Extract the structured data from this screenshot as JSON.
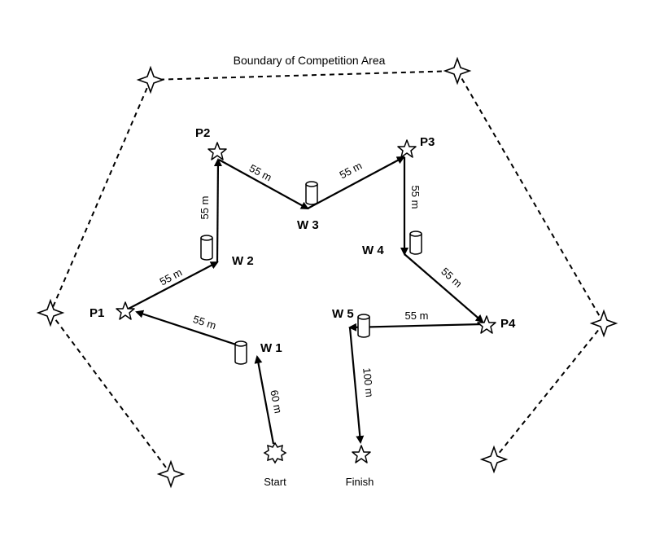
{
  "title": "Boundary of Competition Area",
  "points": {
    "P1": "P1",
    "P2": "P2",
    "P3": "P3",
    "P4": "P4",
    "W1": "W 1",
    "W2": "W 2",
    "W3": "W 3",
    "W4": "W 4",
    "W5": "W 5",
    "start": "Start",
    "finish": "Finish"
  },
  "distances": {
    "start_w1": "60 m",
    "w1_p1": "55 m",
    "p1_w2": "55 m",
    "w2_p2": "55 m",
    "p2_w3": "55 m",
    "w3_p3": "55 m",
    "p3_w4": "55 m",
    "w4_p4": "55 m",
    "p4_w5": "55 m",
    "w5_finish": "100 m"
  },
  "colors": {
    "line": "#000000",
    "background": "#ffffff"
  }
}
